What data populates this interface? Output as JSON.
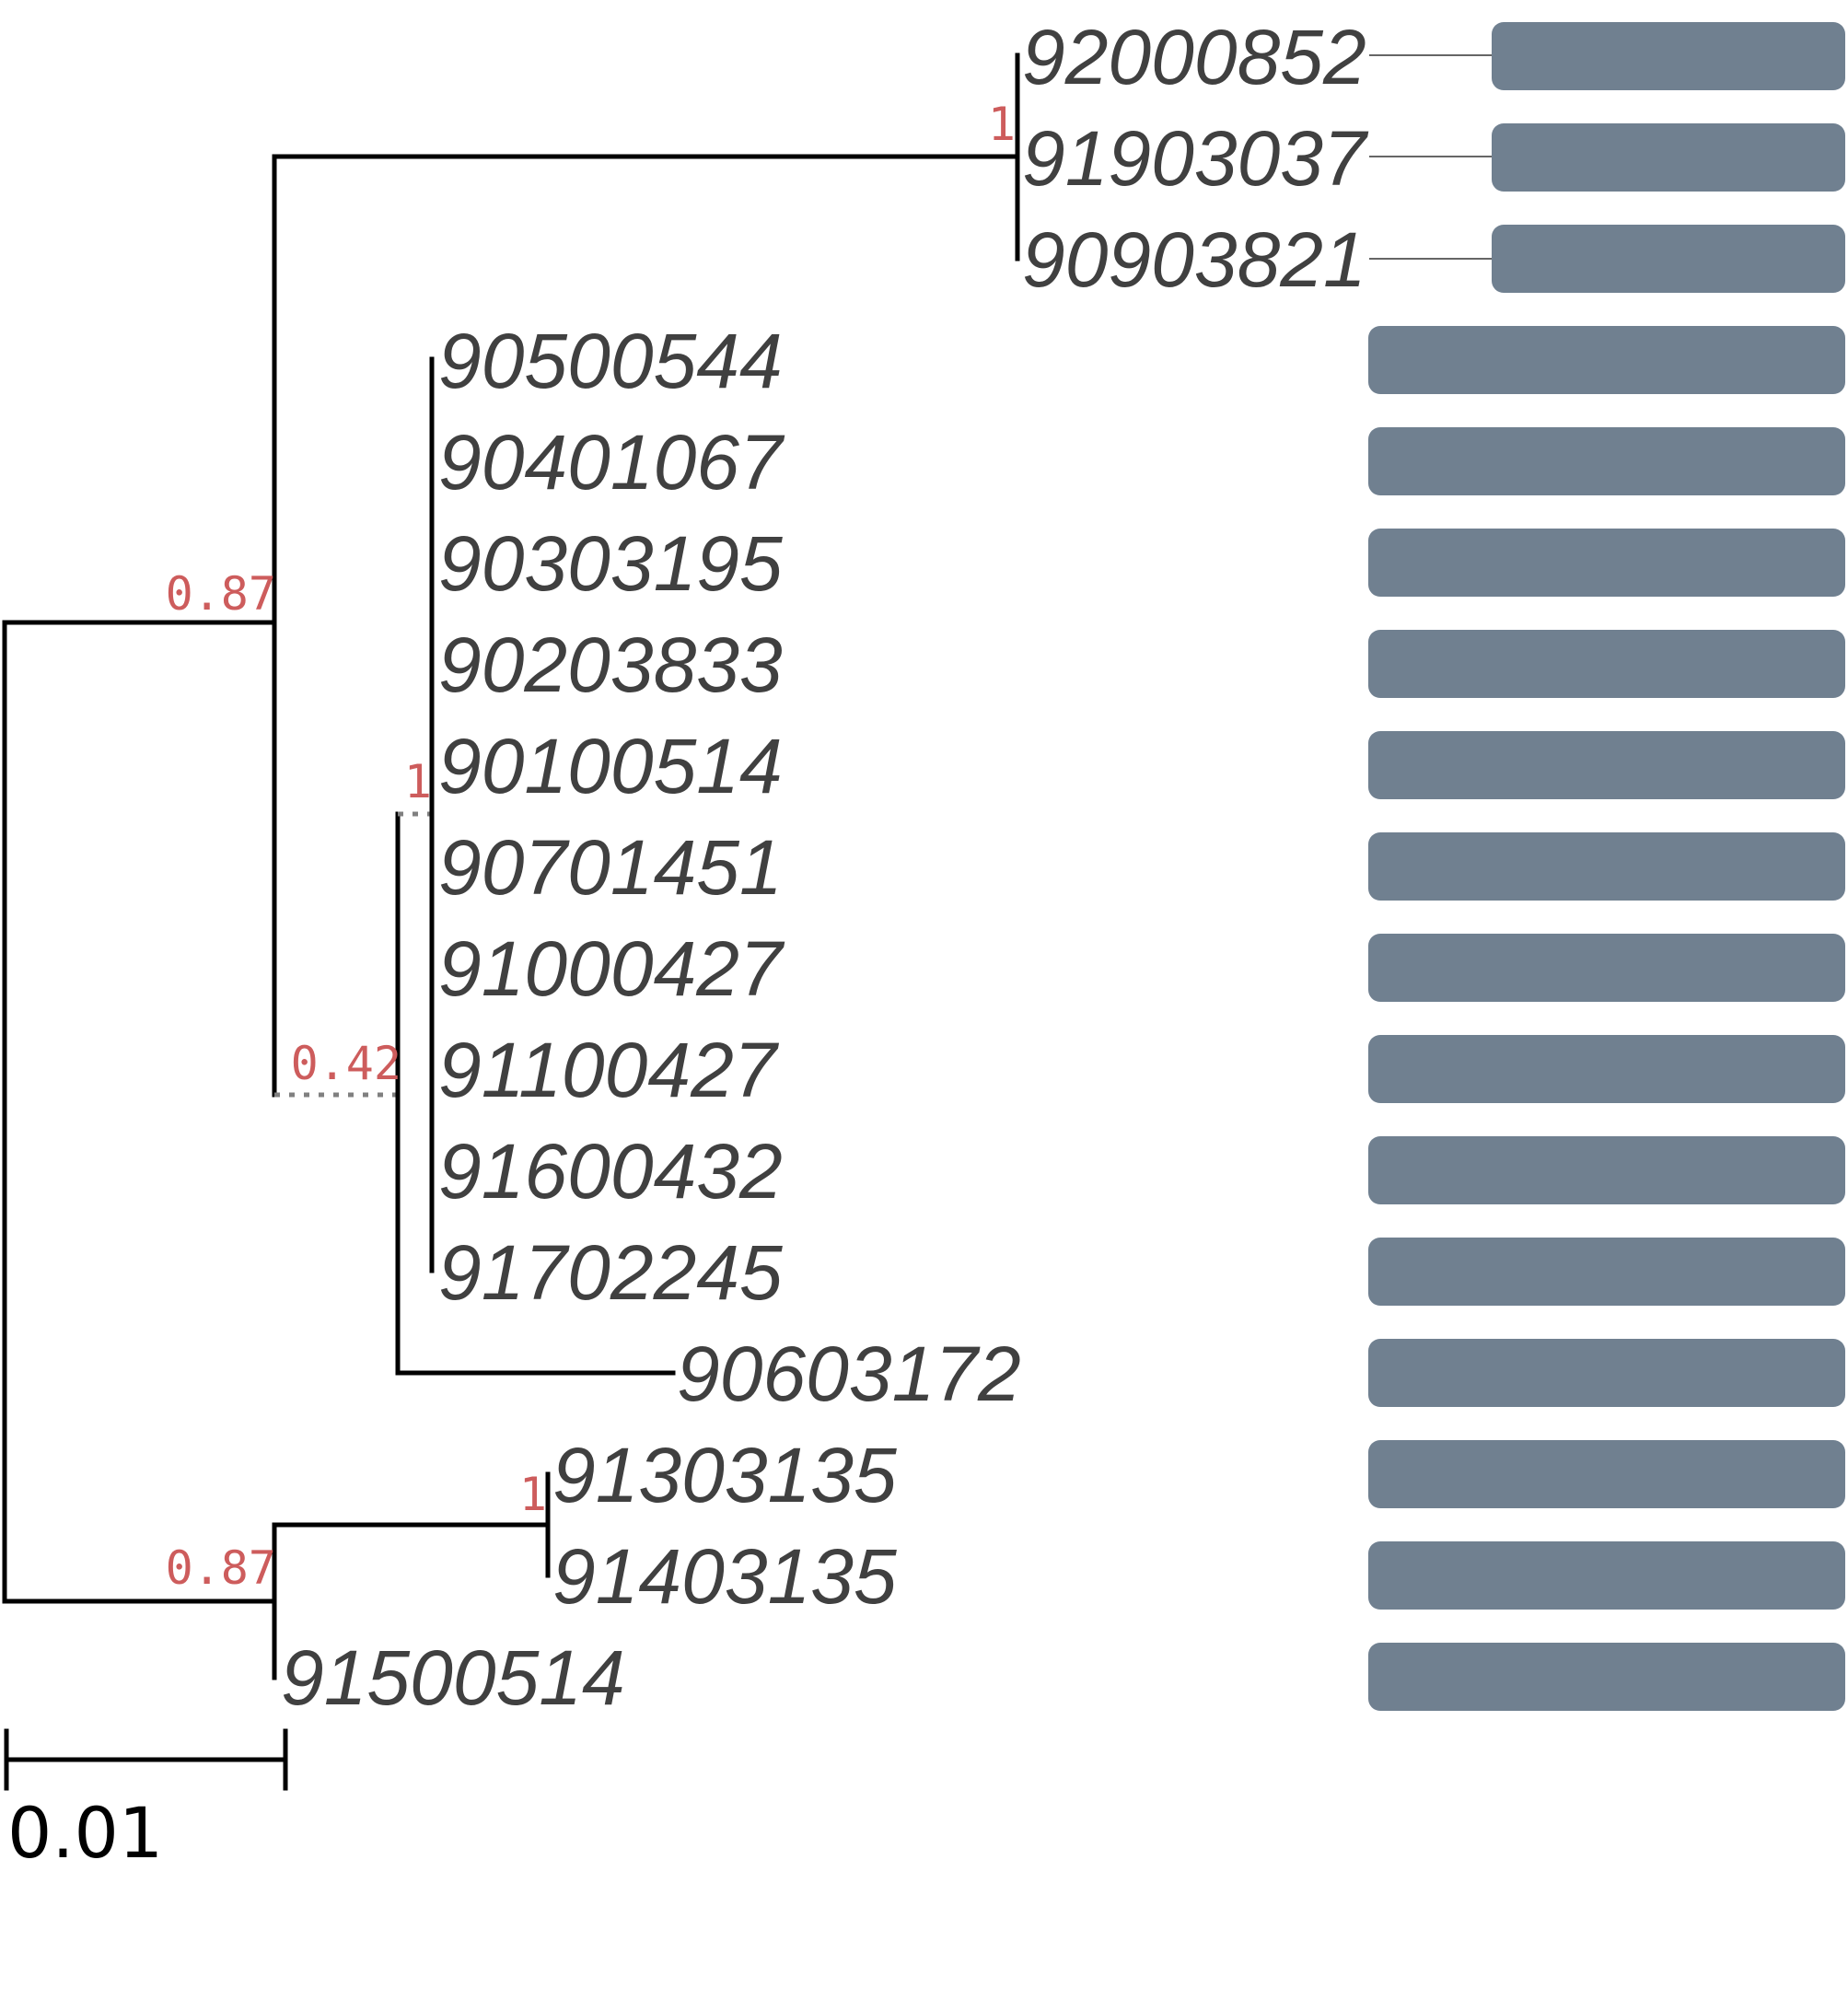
{
  "leaves": [
    "92000852",
    "91903037",
    "90903821",
    "90500544",
    "90401067",
    "90303195",
    "90203833",
    "90100514",
    "90701451",
    "91000427",
    "91100427",
    "91600432",
    "91702245",
    "90603172",
    "91303135",
    "91403135",
    "91500514"
  ],
  "supports": {
    "top_clade": "1",
    "upper_group": "0.87",
    "mid_group": "0.42",
    "inner_clade": "1",
    "lower_pair": "1",
    "lower_group": "0.87"
  },
  "scale_bar": {
    "value": 0.01,
    "label": "0.01"
  },
  "colors": {
    "branch": "#000000",
    "dotted_branch": "#808080",
    "leaf_text": "#404040",
    "support_text": "#cd5c5c",
    "bar_fill": "#708090"
  }
}
